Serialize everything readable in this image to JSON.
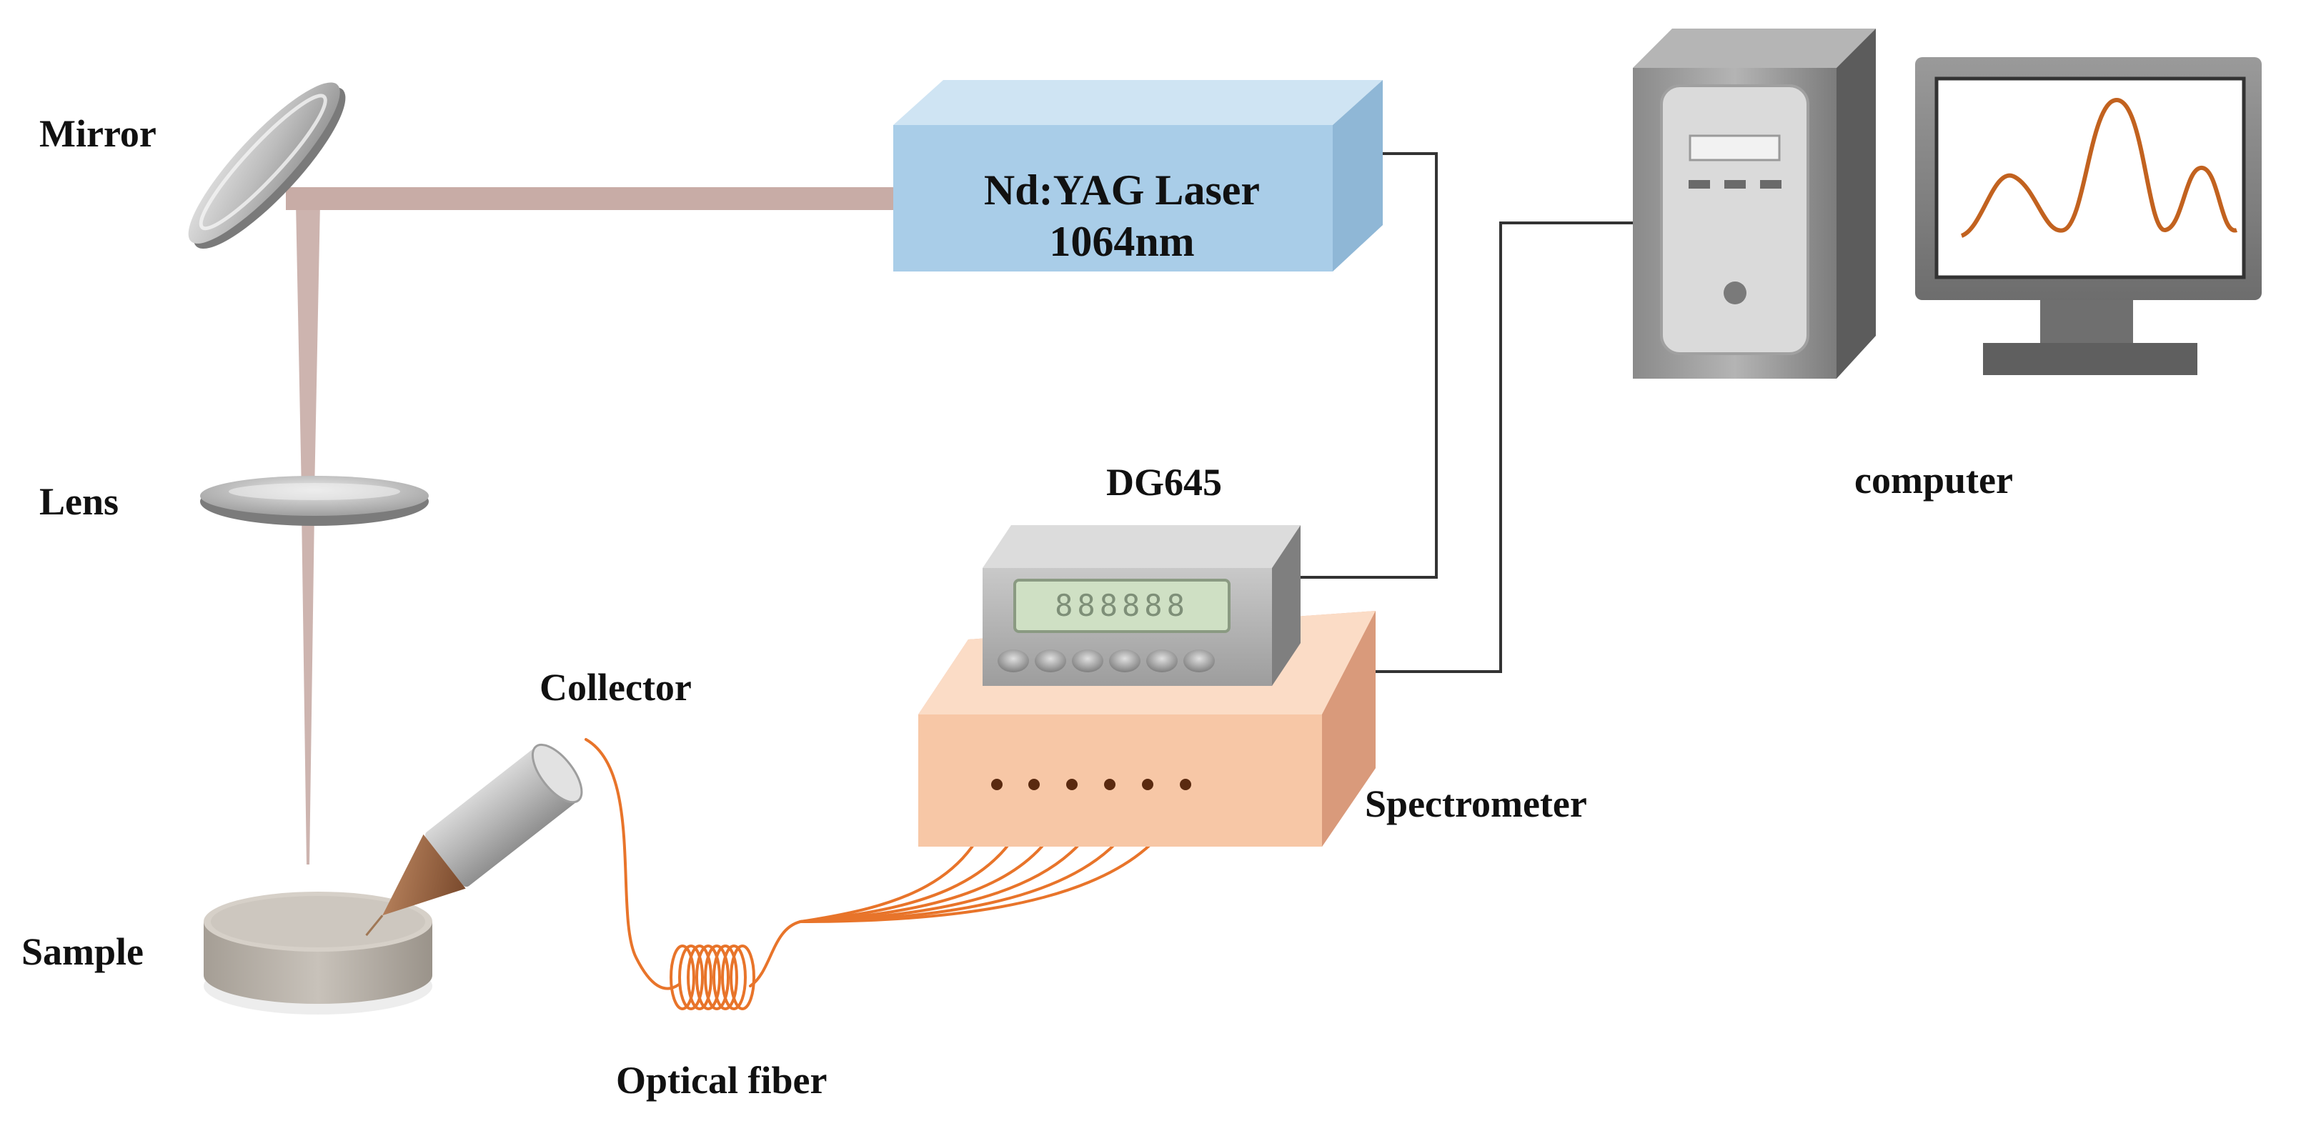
{
  "labels": {
    "mirror": "Mirror",
    "lens": "Lens",
    "sample": "Sample",
    "collector": "Collector",
    "optical_fiber": "Optical fiber",
    "laser_line1": "Nd:YAG Laser",
    "laser_line2": "1064nm",
    "delay_generator": "DG645",
    "spectrometer": "Spectrometer",
    "computer": "computer"
  },
  "colors": {
    "laser_body": "#a9cde8",
    "spectrometer_body": "#f7c7a6",
    "beam": "#c8aca6",
    "fiber": "#e8742a",
    "monitor_trace": "#c2621f",
    "wire": "#333333"
  },
  "icons": {
    "mirror": "mirror-icon",
    "lens": "lens-icon",
    "sample": "sample-disc-icon",
    "collector": "collector-probe-icon",
    "fiber_coil": "fiber-coil-icon",
    "computer_tower": "computer-tower-icon",
    "monitor": "monitor-icon",
    "delay_generator": "delay-generator-icon",
    "spectrometer": "spectrometer-box-icon",
    "laser": "laser-box-icon"
  }
}
